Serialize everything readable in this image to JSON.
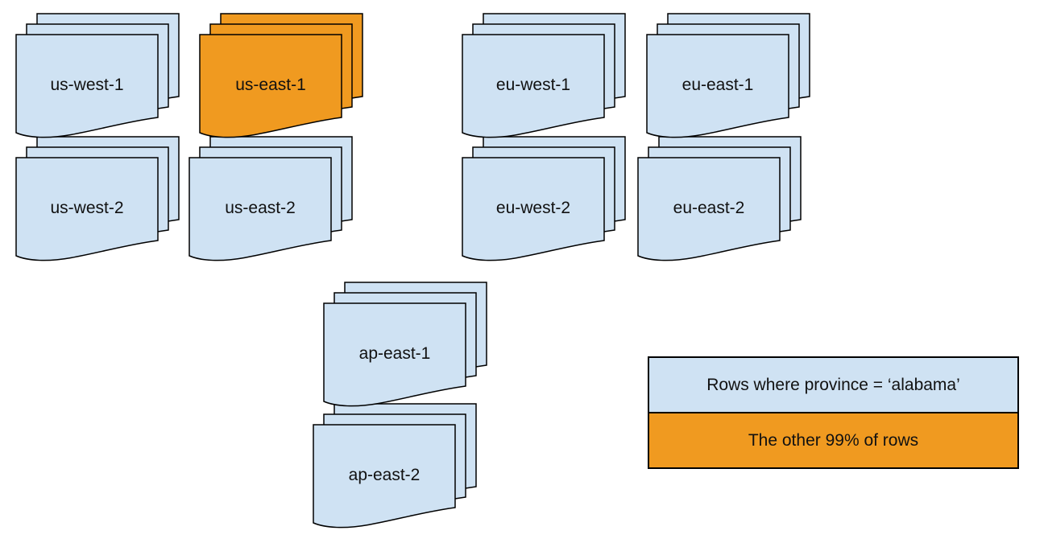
{
  "figure": {
    "type": "region-sharding-diagram",
    "stacks": [
      {
        "label": "us-west-1",
        "highlighted": false
      },
      {
        "label": "us-east-1",
        "highlighted": true
      },
      {
        "label": "eu-west-1",
        "highlighted": false
      },
      {
        "label": "eu-east-1",
        "highlighted": false
      },
      {
        "label": "us-west-2",
        "highlighted": false
      },
      {
        "label": "us-east-2",
        "highlighted": false
      },
      {
        "label": "eu-west-2",
        "highlighted": false
      },
      {
        "label": "eu-east-2",
        "highlighted": false
      },
      {
        "label": "ap-east-1",
        "highlighted": false
      },
      {
        "label": "ap-east-2",
        "highlighted": false
      }
    ],
    "legend": {
      "items": [
        {
          "label": "Rows where province = ‘alabama’",
          "color": "#cfe2f3"
        },
        {
          "label": "The other 99% of rows",
          "color": "#f09a20"
        }
      ]
    },
    "colors": {
      "region_default": "#cfe2f3",
      "region_highlight": "#f09a20",
      "outline": "#000000"
    }
  }
}
